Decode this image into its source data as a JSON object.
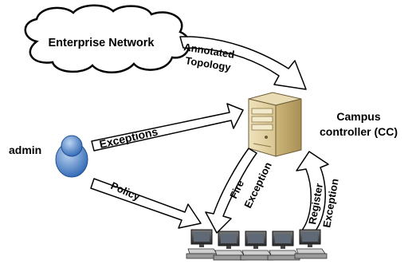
{
  "diagram": {
    "nodes": {
      "enterprise_network": "Enterprise Network",
      "admin": "admin",
      "campus_controller_line1": "Campus",
      "campus_controller_line2": "controller (CC)"
    },
    "edges": {
      "annotated_topology_line1": "Annotated",
      "annotated_topology_line2": "Topology",
      "exceptions": "Exceptions",
      "policy": "Policy",
      "fire_exception_line1": "Fire",
      "fire_exception_line2": "Exception",
      "register_exception_line1": "Register",
      "register_exception_line2": "Exception"
    }
  }
}
